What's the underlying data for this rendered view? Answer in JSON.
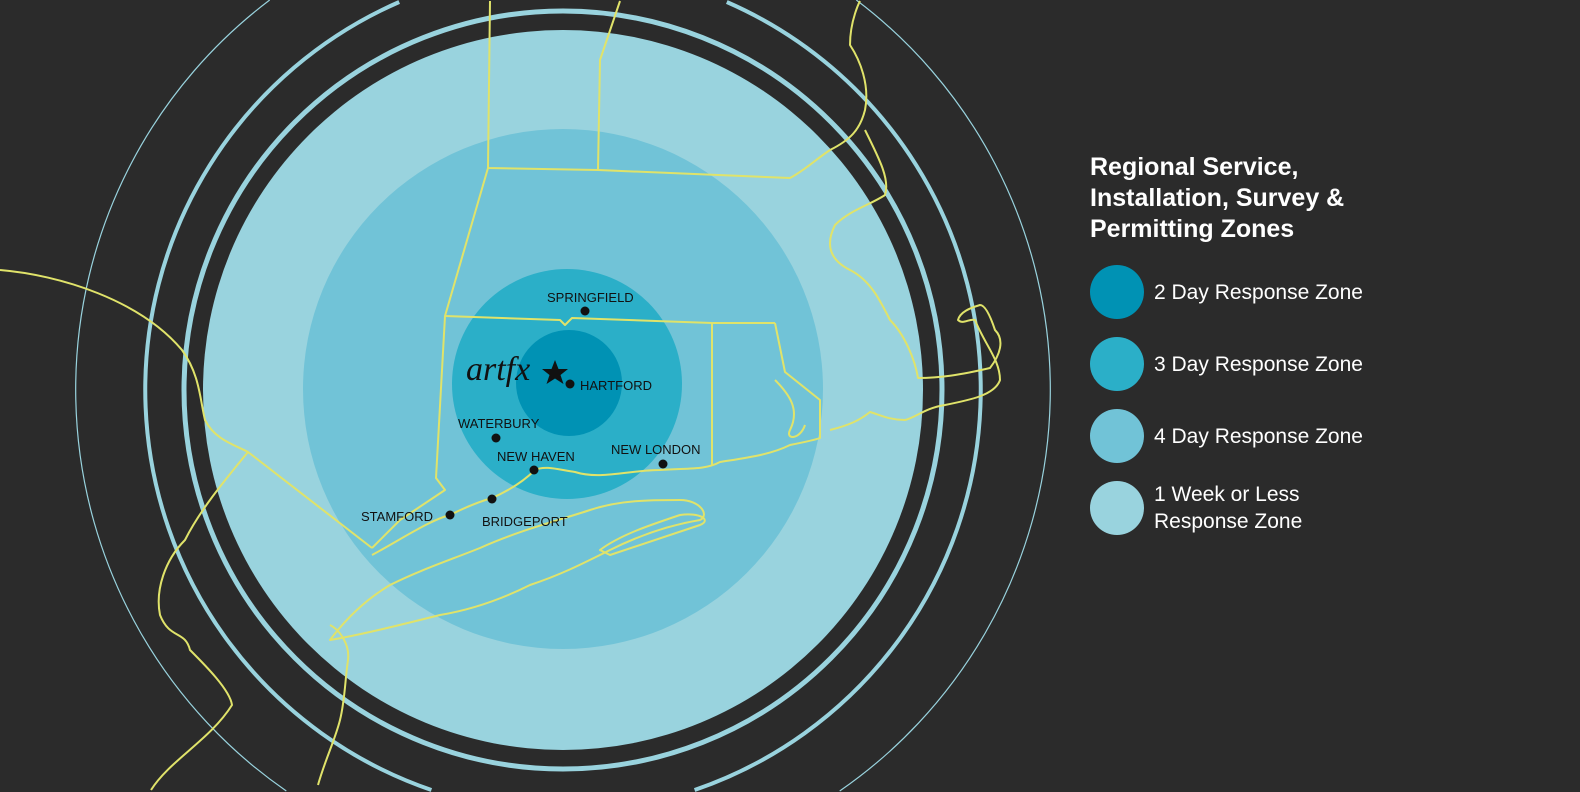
{
  "map": {
    "logo_text": "artfx",
    "cities": [
      {
        "name": "SPRINGFIELD"
      },
      {
        "name": "HARTFORD"
      },
      {
        "name": "WATERBURY"
      },
      {
        "name": "NEW HAVEN"
      },
      {
        "name": "NEW LONDON"
      },
      {
        "name": "STAMFORD"
      },
      {
        "name": "BRIDGEPORT"
      }
    ],
    "colors": {
      "background": "#2b2b2b",
      "zone_2day": "#0092b4",
      "zone_3day": "#2bafc8",
      "zone_4day": "#71c3d7",
      "zone_1week": "#99d3de",
      "borders": "#e0e36a"
    }
  },
  "legend": {
    "title": "Regional Service, Installation, Survey & Permitting Zones",
    "items": [
      {
        "label": "2 Day Response Zone",
        "color": "#0092b4"
      },
      {
        "label": "3 Day Response Zone",
        "color": "#2bafc8"
      },
      {
        "label": "4 Day Response Zone",
        "color": "#71c3d7"
      },
      {
        "label": "1 Week or Less Response Zone",
        "color": "#99d3de"
      }
    ]
  }
}
